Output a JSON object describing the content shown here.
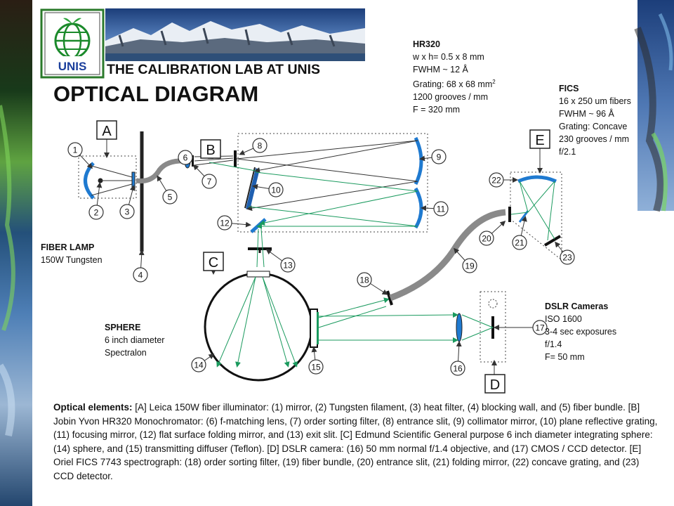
{
  "banner": {
    "logo_text": "UNIS",
    "header_title": "THE CALIBRATION LAB AT UNIS"
  },
  "page_title": "OPTICAL DIAGRAM",
  "hr320": {
    "title": "HR320",
    "lines": [
      "w x h= 0.5 x 8 mm",
      "FWHM ~ 12 Å",
      "Grating: 68 x 68 mm",
      "1200 grooves / mm",
      "F = 320 mm"
    ],
    "sup": "2"
  },
  "fics": {
    "title": "FICS",
    "lines": [
      "16 x 250 um fibers",
      "FWHM ~ 96 Å",
      "Grating: Concave",
      "230 grooves / mm",
      "f/2.1"
    ]
  },
  "fiber_lamp": {
    "title": "FIBER LAMP",
    "line": "150W Tungsten"
  },
  "sphere": {
    "title": "SPHERE",
    "lines": [
      "6 inch diameter",
      "Spectralon"
    ]
  },
  "dslr": {
    "title": "DSLR Cameras",
    "lines": [
      "ISO 1600",
      "3-4 sec exposures",
      "f/1.4",
      "F= 50 mm"
    ]
  },
  "box_labels": [
    "A",
    "B",
    "C",
    "D",
    "E"
  ],
  "callouts": [
    "1",
    "2",
    "3",
    "4",
    "5",
    "6",
    "7",
    "8",
    "9",
    "10",
    "11",
    "12",
    "13",
    "14",
    "15",
    "16",
    "17",
    "18",
    "19",
    "20",
    "21",
    "22",
    "23"
  ],
  "caption": {
    "lead": "Optical elements:",
    "text": " [A] Leica 150W fiber illuminator: (1) mirror, (2) Tungsten filament, (3) heat filter, (4) blocking wall, and (5) fiber bundle. [B] Jobin Yvon HR320 Monochromator: (6) f-matching lens, (7) order sorting filter, (8) entrance slit, (9) collimator mirror, (10) plane reflective grating, (11) focusing mirror, (12) flat surface folding mirror, and (13) exit slit. [C] Edmund Scientific General purpose 6 inch diameter integrating sphere: (14) sphere, and (15) transmitting diffuser (Teflon). [D] DSLR camera: (16) 50 mm normal f/1.4 objective, and (17) CMOS / CCD detector. [E] Oriel FICS 7743 spectrograph: (18) order sorting filter, (19) fiber bundle, (20) entrance slit, (21) folding mirror, (22) concave grating, and (23) CCD detector."
  },
  "colors": {
    "blue": "#1f7ad0",
    "green": "#1a9a5e",
    "gray": "#8a8a8a",
    "dark": "#222222"
  }
}
